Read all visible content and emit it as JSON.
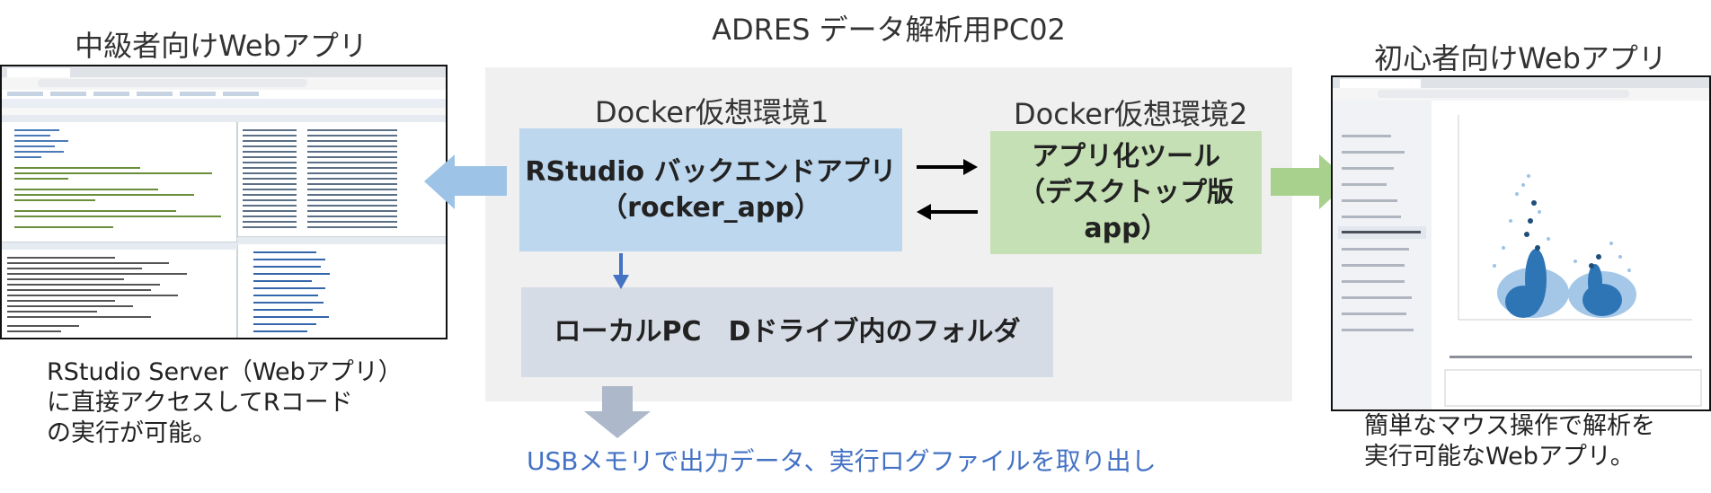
{
  "main_title": "ADRES データ解析用PC02",
  "left": {
    "title": "中級者向けWebアプリ",
    "caption_lines": [
      "RStudio Server（Webアプリ）",
      "に直接アクセスしてRコード",
      "の実行が可能。"
    ]
  },
  "right": {
    "title": "初心者向けWebアプリ",
    "caption_lines": [
      "簡単なマウス操作で解析を",
      "実行可能なWebアプリ。"
    ]
  },
  "docker1": {
    "label": "Docker仮想環境1",
    "box_lines": [
      "RStudio バックエンドアプリ",
      "（rocker_app）"
    ]
  },
  "docker2": {
    "label": "Docker仮想環境2",
    "box_lines": [
      "アプリ化ツール",
      "（デスクトップ版app）"
    ]
  },
  "local_folder": "ローカルPC　Dドライブ内のフォルダ",
  "usb_text": "USBメモリで出力データ、実行ログファイルを取り出し",
  "colors": {
    "panel_bg": "#f0f0f0",
    "blue_box": "#bdd7ee",
    "green_box": "#c5e0b4",
    "gray_box": "#d6dce5",
    "arrow_blue": "#9dc3e6",
    "arrow_green": "#a9d18e",
    "arrow_gray": "#adb9ca",
    "usb_text": "#4472c4"
  }
}
